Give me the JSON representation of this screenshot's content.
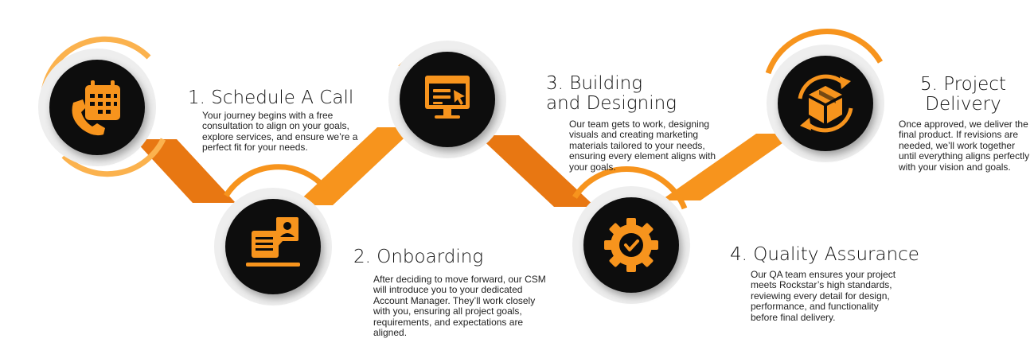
{
  "colors": {
    "accent": "#F7941D",
    "accent_dark": "#E87712",
    "accent_light": "#FBB24E",
    "circle": "#0B0B0B",
    "ring": "#EEEEEE",
    "text": "#111111"
  },
  "steps": [
    {
      "title": "1. Schedule A Call",
      "description": "Your journey begins with a free consultation to align on your goals, explore services, and ensure we’re a perfect fit for your needs.",
      "icon": "calendar-phone-icon"
    },
    {
      "title": "2. Onboarding",
      "description": "After deciding to move forward, our CSM will introduce you to your dedicated Account Manager. They’ll work closely with you, ensuring all project goals, requirements, and expectations are aligned.",
      "icon": "account-manager-icon"
    },
    {
      "title_lines": [
        "3. Building",
        "and Designing"
      ],
      "description": "Our team gets to work, designing visuals and creating marketing materials tailored to your needs, ensuring every element aligns with your goals.",
      "icon": "design-monitor-icon"
    },
    {
      "title": "4. Quality Assurance",
      "description": "Our QA team ensures your project meets Rockstar’s high standards, reviewing every detail for design, performance, and functionality before final delivery.",
      "icon": "gear-check-icon"
    },
    {
      "title_lines": [
        "5. Project",
        "Delivery"
      ],
      "description": "Once approved, we deliver the final product. If revisions are needed, we’ll work together until everything aligns perfectly with your vision and goals.",
      "icon": "package-delivery-icon"
    }
  ]
}
